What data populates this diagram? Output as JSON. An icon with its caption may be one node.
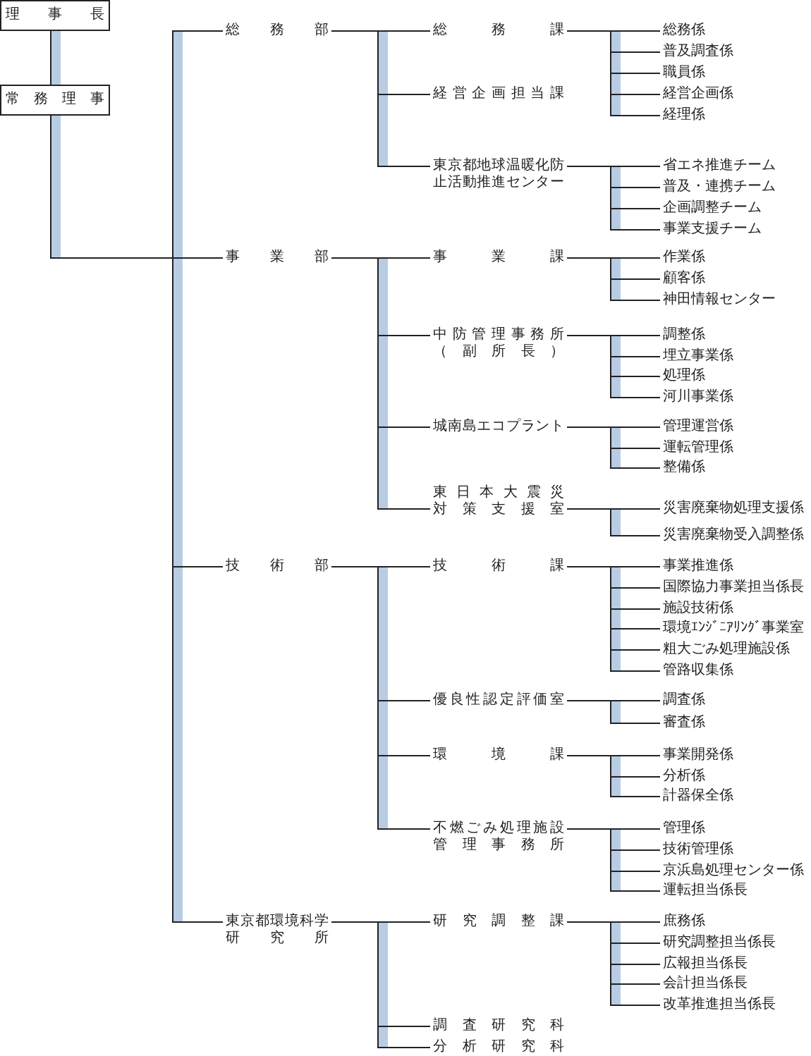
{
  "diagram": {
    "nodes": [
      {
        "text": [
          "理事長"
        ]
      },
      {
        "text": [
          "常務理事"
        ]
      },
      {
        "text": [
          "総務部"
        ]
      },
      {
        "text": [
          "事業部"
        ]
      },
      {
        "text": [
          "技術部"
        ]
      },
      {
        "text": [
          "東京都環境科学研究所"
        ]
      },
      {
        "text": [
          "総務課"
        ]
      },
      {
        "text": [
          "経営企画担当課"
        ]
      },
      {
        "text": [
          "東京都地球温暖化防止活動推進センター"
        ]
      },
      {
        "text": [
          "事業課"
        ]
      },
      {
        "text": [
          "中防管理事務所（副所長）"
        ]
      },
      {
        "text": [
          "城南島エコプラント"
        ]
      },
      {
        "text": [
          "東日本大震災対策支援室"
        ]
      },
      {
        "text": [
          "技術課"
        ]
      },
      {
        "text": [
          "優良性認定評価室"
        ]
      },
      {
        "text": [
          "環境課"
        ]
      },
      {
        "text": [
          "不燃ごみ処理施設管理事務所"
        ]
      },
      {
        "text": [
          "研究調整課"
        ]
      },
      {
        "text": [
          "調査研究科"
        ]
      },
      {
        "text": [
          "分析研究科"
        ]
      },
      {
        "text": [
          "総務係"
        ]
      },
      {
        "text": [
          "普及調査係"
        ]
      },
      {
        "text": [
          "職員係"
        ]
      },
      {
        "text": [
          "経営企画係"
        ]
      },
      {
        "text": [
          "経理係"
        ]
      },
      {
        "text": [
          "省エネ推進チーム"
        ]
      },
      {
        "text": [
          "普及・連携チーム"
        ]
      },
      {
        "text": [
          "企画調整チーム"
        ]
      },
      {
        "text": [
          "事業支援チーム"
        ]
      },
      {
        "text": [
          "作業係"
        ]
      },
      {
        "text": [
          "顧客係"
        ]
      },
      {
        "text": [
          "神田情報センター"
        ]
      },
      {
        "text": [
          "調整係"
        ]
      },
      {
        "text": [
          "埋立事業係"
        ]
      },
      {
        "text": [
          "処理係"
        ]
      },
      {
        "text": [
          "河川事業係"
        ]
      },
      {
        "text": [
          "管理運営係"
        ]
      },
      {
        "text": [
          "運転管理係"
        ]
      },
      {
        "text": [
          "整備係"
        ]
      },
      {
        "text": [
          "災害廃棄物処理支援係"
        ]
      },
      {
        "text": [
          "災害廃棄物受入調整係"
        ]
      },
      {
        "text": [
          "事業推進係"
        ]
      },
      {
        "text": [
          "国際協力事業担当係長"
        ]
      },
      {
        "text": [
          "施設技術係"
        ]
      },
      {
        "text": [
          "環境ｴﾝｼﾞﾆｱﾘﾝｸﾞ事業室"
        ]
      },
      {
        "text": [
          "粗大ごみ処理施設係"
        ]
      },
      {
        "text": [
          "管路収集係"
        ]
      },
      {
        "text": [
          "調査係"
        ]
      },
      {
        "text": [
          "審査係"
        ]
      },
      {
        "text": [
          "事業開発係"
        ]
      },
      {
        "text": [
          "分析係"
        ]
      },
      {
        "text": [
          "計器保全係"
        ]
      },
      {
        "text": [
          "管理係"
        ]
      },
      {
        "text": [
          "技術管理係"
        ]
      },
      {
        "text": [
          "京浜島処理センター係"
        ]
      },
      {
        "text": [
          "運転担当係長"
        ]
      },
      {
        "text": [
          "庶務係"
        ]
      },
      {
        "text": [
          "研究調整担当係長"
        ]
      },
      {
        "text": [
          "広報担当係長"
        ]
      },
      {
        "text": [
          "会計担当係長"
        ]
      },
      {
        "text": [
          "改革推進担当係長"
        ]
      }
    ],
    "edges": [
      {
        "from": 0,
        "to": 1,
        "arrow": "none"
      },
      {
        "from": 1,
        "to": 2,
        "arrow": "none"
      },
      {
        "from": 1,
        "to": 3,
        "arrow": "none"
      },
      {
        "from": 1,
        "to": 4,
        "arrow": "none"
      },
      {
        "from": 1,
        "to": 5,
        "arrow": "none"
      },
      {
        "from": 2,
        "to": 6,
        "arrow": "none"
      },
      {
        "from": 2,
        "to": 7,
        "arrow": "none"
      },
      {
        "from": 2,
        "to": 8,
        "arrow": "none"
      },
      {
        "from": 3,
        "to": 9,
        "arrow": "none"
      },
      {
        "from": 3,
        "to": 10,
        "arrow": "none"
      },
      {
        "from": 3,
        "to": 11,
        "arrow": "none"
      },
      {
        "from": 3,
        "to": 12,
        "arrow": "none"
      },
      {
        "from": 4,
        "to": 13,
        "arrow": "none"
      },
      {
        "from": 4,
        "to": 14,
        "arrow": "none"
      },
      {
        "from": 4,
        "to": 15,
        "arrow": "none"
      },
      {
        "from": 4,
        "to": 16,
        "arrow": "none"
      },
      {
        "from": 5,
        "to": 17,
        "arrow": "none"
      },
      {
        "from": 5,
        "to": 18,
        "arrow": "none"
      },
      {
        "from": 5,
        "to": 19,
        "arrow": "none"
      },
      {
        "from": 6,
        "to": 20,
        "arrow": "none"
      },
      {
        "from": 6,
        "to": 21,
        "arrow": "none"
      },
      {
        "from": 6,
        "to": 22,
        "arrow": "none"
      },
      {
        "from": 6,
        "to": 23,
        "arrow": "none"
      },
      {
        "from": 6,
        "to": 24,
        "arrow": "none"
      },
      {
        "from": 8,
        "to": 25,
        "arrow": "none"
      },
      {
        "from": 8,
        "to": 26,
        "arrow": "none"
      },
      {
        "from": 8,
        "to": 27,
        "arrow": "none"
      },
      {
        "from": 8,
        "to": 28,
        "arrow": "none"
      },
      {
        "from": 9,
        "to": 29,
        "arrow": "none"
      },
      {
        "from": 9,
        "to": 30,
        "arrow": "none"
      },
      {
        "from": 9,
        "to": 31,
        "arrow": "none"
      },
      {
        "from": 10,
        "to": 32,
        "arrow": "none"
      },
      {
        "from": 10,
        "to": 33,
        "arrow": "none"
      },
      {
        "from": 10,
        "to": 34,
        "arrow": "none"
      },
      {
        "from": 10,
        "to": 35,
        "arrow": "none"
      },
      {
        "from": 11,
        "to": 36,
        "arrow": "none"
      },
      {
        "from": 11,
        "to": 37,
        "arrow": "none"
      },
      {
        "from": 11,
        "to": 38,
        "arrow": "none"
      },
      {
        "from": 12,
        "to": 39,
        "arrow": "none"
      },
      {
        "from": 12,
        "to": 40,
        "arrow": "none"
      },
      {
        "from": 13,
        "to": 41,
        "arrow": "none"
      },
      {
        "from": 13,
        "to": 42,
        "arrow": "none"
      },
      {
        "from": 13,
        "to": 43,
        "arrow": "none"
      },
      {
        "from": 13,
        "to": 44,
        "arrow": "none"
      },
      {
        "from": 13,
        "to": 45,
        "arrow": "none"
      },
      {
        "from": 13,
        "to": 46,
        "arrow": "none"
      },
      {
        "from": 14,
        "to": 47,
        "arrow": "none"
      },
      {
        "from": 14,
        "to": 48,
        "arrow": "none"
      },
      {
        "from": 15,
        "to": 49,
        "arrow": "none"
      },
      {
        "from": 15,
        "to": 50,
        "arrow": "none"
      },
      {
        "from": 15,
        "to": 51,
        "arrow": "none"
      },
      {
        "from": 16,
        "to": 52,
        "arrow": "none"
      },
      {
        "from": 16,
        "to": 53,
        "arrow": "none"
      },
      {
        "from": 16,
        "to": 54,
        "arrow": "none"
      },
      {
        "from": 16,
        "to": 55,
        "arrow": "none"
      },
      {
        "from": 17,
        "to": 56,
        "arrow": "none"
      },
      {
        "from": 17,
        "to": 57,
        "arrow": "none"
      },
      {
        "from": 17,
        "to": 58,
        "arrow": "none"
      },
      {
        "from": 17,
        "to": 59,
        "arrow": "none"
      },
      {
        "from": 17,
        "to": 60,
        "arrow": "none"
      }
    ]
  }
}
